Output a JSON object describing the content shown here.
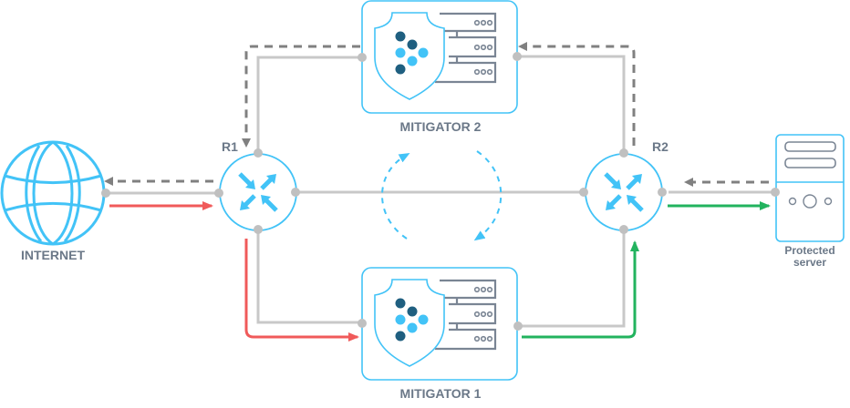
{
  "diagram": {
    "nodes": {
      "internet": {
        "label": "INTERNET",
        "icon": "globe-icon"
      },
      "r1": {
        "label": "R1",
        "icon": "router-icon"
      },
      "r2": {
        "label": "R2",
        "icon": "router-icon"
      },
      "mitigator2": {
        "label": "MITIGATOR 2",
        "icon": "shield-server-icon"
      },
      "mitigator1": {
        "label": "MITIGATOR 1",
        "icon": "shield-server-icon"
      },
      "server": {
        "label_line1": "Protected",
        "label_line2": "server",
        "icon": "server-icon"
      }
    },
    "flows": [
      {
        "name": "incoming-traffic",
        "color": "#f05a5a",
        "path": [
          "internet",
          "r1",
          "mitigator1"
        ]
      },
      {
        "name": "cleaned-traffic",
        "color": "#22b35e",
        "path": [
          "mitigator1",
          "r2",
          "server"
        ]
      },
      {
        "name": "return-traffic",
        "color": "#808080",
        "style": "dashed",
        "path": [
          "server",
          "r2",
          "mitigator2",
          "r1",
          "internet"
        ]
      },
      {
        "name": "sync",
        "color": "#42c3f7",
        "style": "dashed-circular",
        "path": [
          "r1",
          "r2"
        ]
      }
    ],
    "colors": {
      "accent": "#42c3f7",
      "dark_dot": "#1f5f80",
      "link": "#c8c8c8",
      "label": "#6b7888"
    }
  }
}
